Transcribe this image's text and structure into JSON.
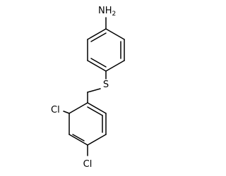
{
  "molecule": {
    "atoms": {
      "amine_n": "N",
      "amine_h": "H",
      "amine_h_count": "2",
      "sulfur": "S",
      "chlorine_2": "Cl",
      "chlorine_4": "Cl"
    }
  },
  "colors": {
    "bond": "#000000",
    "label": "#000000",
    "background": "#ffffff"
  }
}
